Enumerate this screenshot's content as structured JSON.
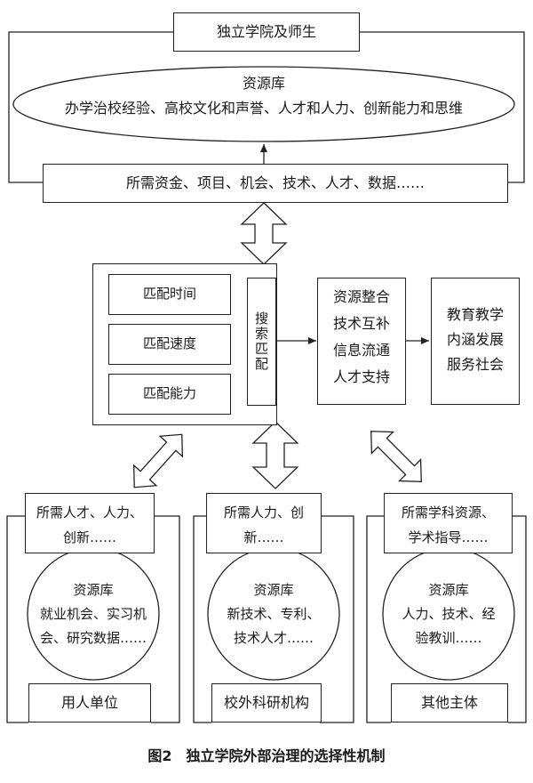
{
  "top_box": "独立学院及师生",
  "main_pool": {
    "title": "资源库",
    "body": "办学治校经验、高校文化和声誉、人才和人力、创新能力和思维"
  },
  "needs_bar": "所需资金、项目、机会、技术、人才、数据……",
  "match_items": [
    "匹配时间",
    "匹配速度",
    "匹配能力"
  ],
  "search_match": "搜索匹配",
  "integration": [
    "资源整合",
    "技术互补",
    "信息流通",
    "人才支持"
  ],
  "outcomes": [
    "教育教学",
    "内涵发展",
    "服务社会"
  ],
  "parties": [
    {
      "need_lines": [
        "所需人才、人力、",
        "创新……"
      ],
      "pool_title": "资源库",
      "pool_lines": [
        "就业机会、实习机",
        "会、研究数据……"
      ],
      "label": "用人单位"
    },
    {
      "need_lines": [
        "所需人力、创",
        "新……"
      ],
      "pool_title": "资源库",
      "pool_lines": [
        "新技术、专利、",
        "技术人才……"
      ],
      "label": "校外科研机构"
    },
    {
      "need_lines": [
        "所需学科资源、",
        "学术指导……"
      ],
      "pool_title": "资源库",
      "pool_lines": [
        "人力、技术、经",
        "验教训……"
      ],
      "label": "其他主体"
    }
  ],
  "caption": "图2　独立学院外部治理的选择性机制"
}
